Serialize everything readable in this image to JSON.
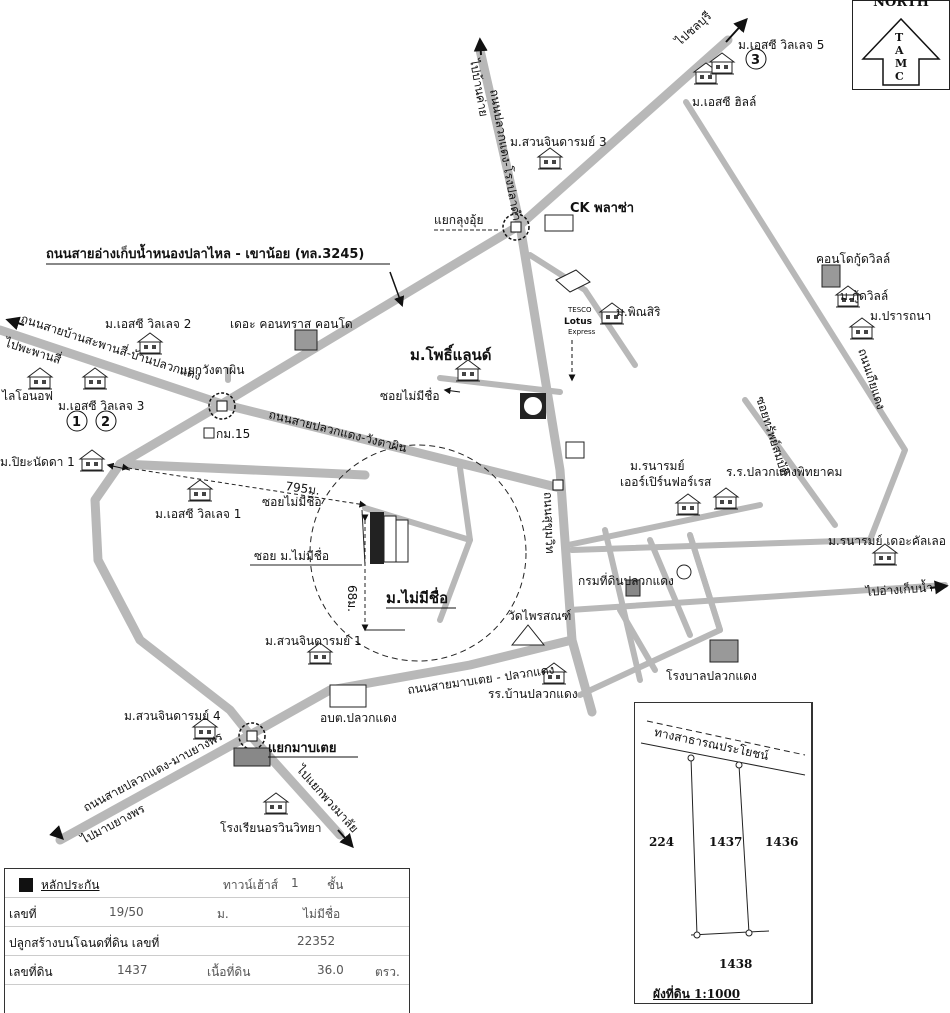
{
  "map": {
    "labels": {
      "north": "NORTH",
      "tamc": "T A M C",
      "to_chonburi": "ไปชลบุรี",
      "to_ban_khai": "ไปบ้านค่าย",
      "road_pluak_daeng_rong_pla": "ถนนปลวกแดง-โรงปลาดำ",
      "esc_village_5": "ม.เอสซี วิลเลจ 5",
      "circle_3": "3",
      "esc_hills": "ม.เอสซี ฮิลล์",
      "suan_jindarom_3": "ม.สวนจินดารมย์ 3",
      "ck_plaza": "CK พลาซ่า",
      "yaek_kalong_ui": "แยกลุงอุ้ย",
      "road_nong_pla_lai": "ถนนสายอ่างเก็บน้ำหนองปลาไหล - เขาน้อย (ทล.3245)",
      "condo_ku_ville": "คอนโดกู้ดวิลล์",
      "m_ku_ville": "ม.กู้ดวิลล์",
      "m_prarana": "ม.ปรารถนา",
      "road_kiao_kaeng": "ถนนเกียแดง",
      "esc_village_2": "ม.เอสซี วิลเลจ 2",
      "the_contrast_condo": "เดอะ คอนทราส คอนโด",
      "road_ban_sapan": "ถนนสายบ้านสะพานสี่-บ้านปลวกแดง",
      "to_phana_nikhom": "ไปพะพานสี่",
      "m_phinsiri": "ม.พิณสิริ",
      "tesco_lotus": "Lotus",
      "tesco": "TESCO",
      "express": "Express",
      "m_phothi_land": "ม.โพธิ์แลนด์",
      "soi_no_name_1": "ซอยไม่มีชื่อ",
      "yaek_wang_ta_phin": "แยกวังตาผิน",
      "m_ralon_off": "ไลโอนอฟ",
      "esc_village_3": "ม.เอสซี วิลเลจ 3",
      "circle_1": "1",
      "circle_2": "2",
      "km_15": "กม.15",
      "road_pluak_daeng_wang": "ถนนสายปลวกแดง-วังตาผิน",
      "soi_sap_som_bat": "ซอยทรัพย์สมบัติ",
      "m_piyanatda_1": "ม.ปิยะนัดดา 1",
      "distance_795": "795ม.",
      "esc_village_1": "ม.เอสซี วิลเลจ 1",
      "soi_no_name_2": "ซอยไม่มีชื่อ",
      "soi_m_no_name": "ซอย ม.ไม่มีชื่อ",
      "distance_68": "68ม.",
      "m_no_name": "ม.ไม่มีชื่อ",
      "road_sukhumvit": "ถนนสุขุมวิท",
      "m_ranarom": "ม.รนารมย์",
      "air_green": "เออร์เปิร์นฟอร์เรส",
      "school_pluak_daeng": "ร.ร.ปลวกแดงพิทยาคม",
      "m_ranarom_decor": "ม.รนารมย์ เดอะคัลเลอ",
      "to_reservoir": "ไปอ่างเก็บน้ำ",
      "land_office": "กรมที่ดินปลวกแดง",
      "wat_phraisan": "วัดไพรสณฑ์",
      "suan_jindarom_1": "ม.สวนจินดารมย์ 1",
      "road_map_yang": "ถนนสายมาบเตย - ปลวกแดง",
      "school_ban_pluak": "รร.บ้านปลวกแดง",
      "hospital": "โรงบาลปลวกแดง",
      "obt_pluak": "อบต.ปลวกแดง",
      "suan_jindarom_4": "ม.สวนจินดารมย์ 4",
      "yaek_map_toei": "แยกมาบเตย",
      "road_pluak_map_yang": "ถนนสายปลวกแดง-มาบยางพร",
      "to_map_yang_phon": "ไปมาบยางพร",
      "to_yaek_phuang": "ไปแยกพวงมาลัย",
      "school_orawin": "โรงเรียนอรวินวิทยา"
    }
  },
  "info_box": {
    "collateral": "หลักประกัน",
    "townhouse": "ทาวน์เฮ้าส์",
    "storeys": "1",
    "storeys_unit": "ชั้น",
    "house_no_label": "เลขที่",
    "house_no": "19/50",
    "village_label": "ม.",
    "village": "ไม่มีชื่อ",
    "deed_label": "ปลูกสร้างบนโฉนดที่ดิน เลขที่",
    "deed_no": "22352",
    "parcel_label": "เลขที่ดิน",
    "parcel_no": "1437",
    "area_label": "เนื้อที่ดิน",
    "area": "36.0",
    "area_unit": "ตรว."
  },
  "plan": {
    "public_way": "ทางสาธารณประโยชน์",
    "left": "224",
    "center": "1437",
    "right": "1436",
    "bottom": "1438",
    "caption": "ผังที่ดิน 1:1000"
  }
}
